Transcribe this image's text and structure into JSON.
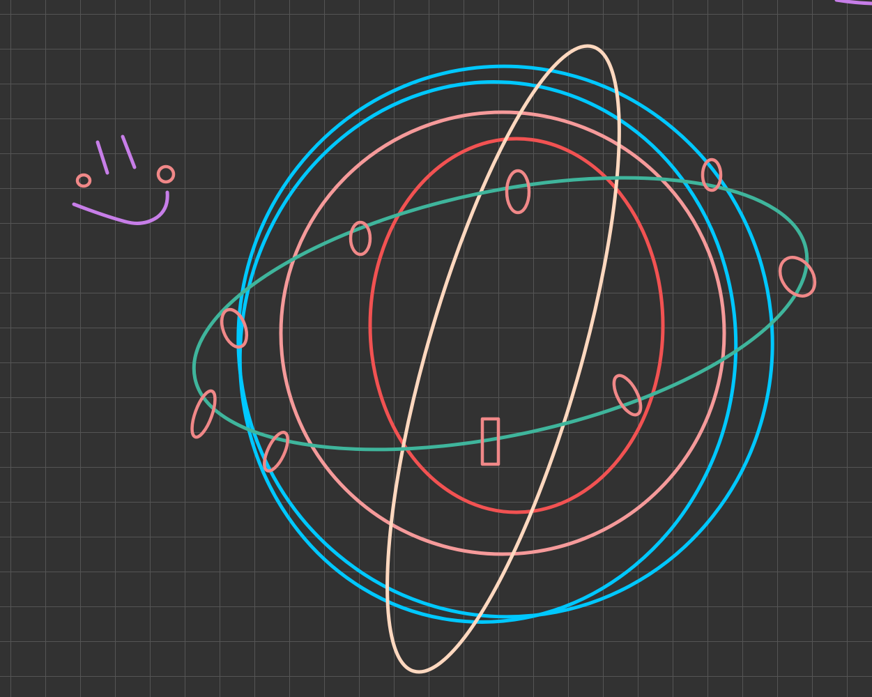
{
  "canvas": {
    "background_color": "#323232",
    "grid_color": "#555555",
    "grid": true
  },
  "colors": {
    "cyan": "#00c8ff",
    "salmon": "#f59a9a",
    "red": "#f25252",
    "peach": "#ffd8bf",
    "teal": "#3fb59c",
    "violet": "#c77ee8",
    "pink": "#f08888"
  },
  "shapes": [
    {
      "name": "cyan-outer-circle-left",
      "kind": "ellipse",
      "color": "cyan"
    },
    {
      "name": "cyan-outer-circle-right",
      "kind": "ellipse",
      "color": "cyan"
    },
    {
      "name": "salmon-middle-circle",
      "kind": "ellipse",
      "color": "salmon"
    },
    {
      "name": "red-inner-circle",
      "kind": "ellipse",
      "color": "red"
    },
    {
      "name": "peach-tilted-orbit",
      "kind": "ellipse",
      "color": "peach"
    },
    {
      "name": "teal-tilted-orbit",
      "kind": "ellipse",
      "color": "teal"
    },
    {
      "name": "small-pink-ovals",
      "kind": "ellipse-group",
      "color": "pink",
      "count": 10
    },
    {
      "name": "pink-small-rectangle",
      "kind": "rectangle",
      "color": "pink"
    },
    {
      "name": "smiley-doodle",
      "kind": "freehand",
      "color": "violet"
    }
  ]
}
